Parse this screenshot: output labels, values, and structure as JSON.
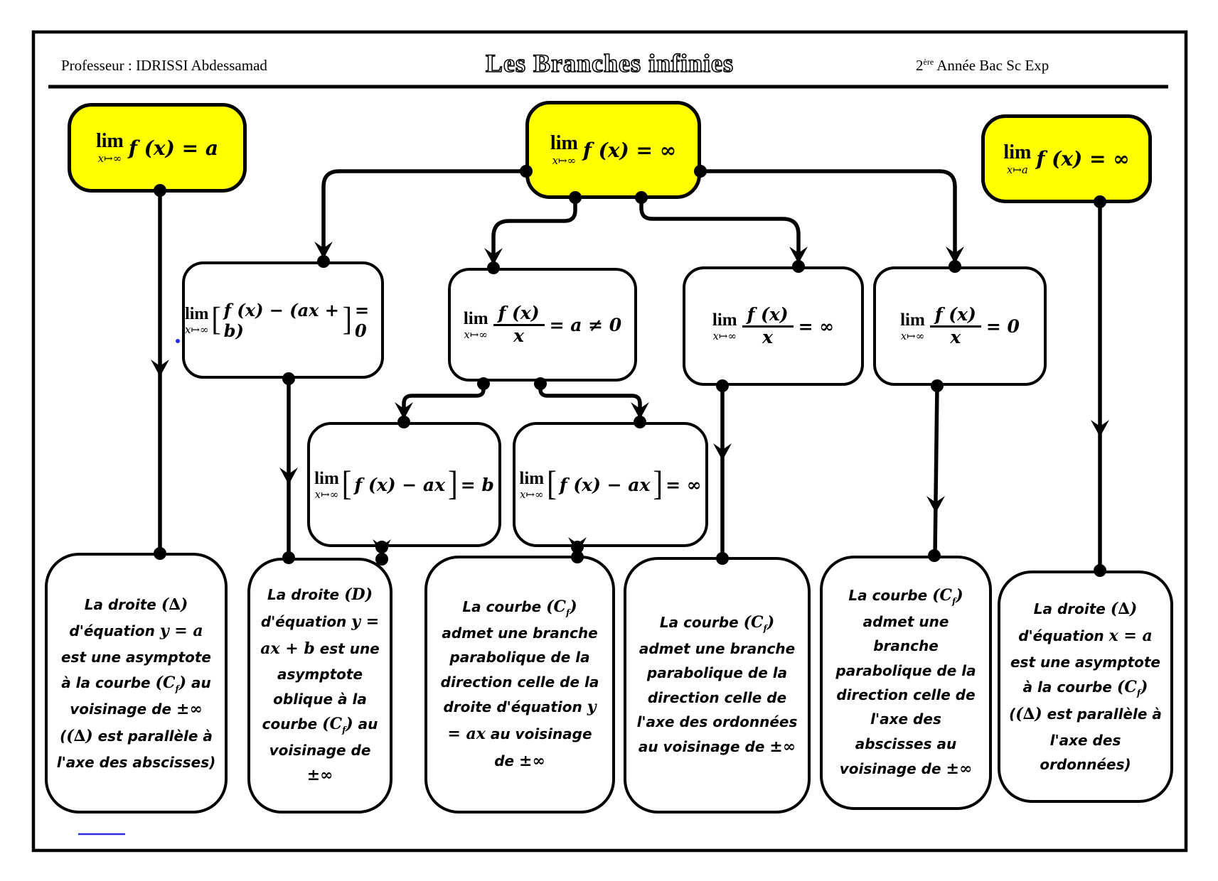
{
  "header": {
    "professor": "Professeur : IDRISSI Abdessamad",
    "title": "Les Branches infinies",
    "grade": {
      "base": "2",
      "sup": "ère",
      "rest": " Année Bac Sc Exp"
    }
  },
  "colors": {
    "highlight": "#ffff00",
    "line": "#000000",
    "accent_blue": "#2b2bee"
  },
  "nodes": {
    "y1": {
      "lim": "lim",
      "sub": "x↦∞",
      "body": "f (x) = a"
    },
    "y2": {
      "lim": "lim",
      "sub": "x↦∞",
      "body": "f (x) = ∞"
    },
    "y3": {
      "lim": "lim",
      "sub": "x↦a",
      "body": "f (x) = ∞"
    },
    "r1": {
      "lim": "lim",
      "sub": "x↦∞",
      "open": "[",
      "inner": "f (x) − (ax + b)",
      "close": "]",
      "rhs": "= 0"
    },
    "r2": {
      "lim": "lim",
      "sub": "x↦∞",
      "num": "f (x)",
      "den": "x",
      "rhs": "= a ≠ 0"
    },
    "r3": {
      "lim": "lim",
      "sub": "x↦∞",
      "num": "f (x)",
      "den": "x",
      "rhs": "= ∞"
    },
    "r4": {
      "lim": "lim",
      "sub": "x↦∞",
      "num": "f (x)",
      "den": "x",
      "rhs": "= 0"
    },
    "s1": {
      "lim": "lim",
      "sub": "x↦∞",
      "open": "[",
      "inner": "f (x) − ax",
      "close": "]",
      "rhs": "= b"
    },
    "s2": {
      "lim": "lim",
      "sub": "x↦∞",
      "open": "[",
      "inner": "f (x) − ax",
      "close": "]",
      "rhs": "= ∞"
    }
  },
  "conclusions": {
    "b1": [
      {
        "t": "La droite ",
        "k": "h"
      },
      {
        "t": "(∆)",
        "k": "m"
      },
      {
        "t": " d'équation ",
        "k": "h"
      },
      {
        "t": "y = a",
        "k": "m"
      },
      {
        "t": " est une asymptote à la courbe ",
        "k": "h"
      },
      {
        "t": "(Cf)",
        "k": "cf"
      },
      {
        "t": " au voisinage de ",
        "k": "h"
      },
      {
        "t": "±∞",
        "k": "m"
      },
      {
        "t": " (",
        "k": "h"
      },
      {
        "t": "(∆)",
        "k": "m"
      },
      {
        "t": " est parallèle à l'axe des abscisses)",
        "k": "h"
      }
    ],
    "b2": [
      {
        "t": "La droite ",
        "k": "h"
      },
      {
        "t": "(D)",
        "k": "m"
      },
      {
        "t": " d'équation ",
        "k": "h"
      },
      {
        "t": "y = ax + b",
        "k": "m"
      },
      {
        "t": " est une asymptote oblique à la courbe ",
        "k": "h"
      },
      {
        "t": "(Cf)",
        "k": "cf"
      },
      {
        "t": " au voisinage de ",
        "k": "h"
      },
      {
        "t": "±∞",
        "k": "m"
      }
    ],
    "b3": [
      {
        "t": "La courbe ",
        "k": "h"
      },
      {
        "t": "(Cf)",
        "k": "cf"
      },
      {
        "t": " admet une branche parabolique de la direction celle de la droite d'équation ",
        "k": "h"
      },
      {
        "t": "y = ax",
        "k": "m"
      },
      {
        "t": " au voisinage de ",
        "k": "h"
      },
      {
        "t": "±∞",
        "k": "m"
      }
    ],
    "b4": [
      {
        "t": "La courbe ",
        "k": "h"
      },
      {
        "t": "(Cf)",
        "k": "cf"
      },
      {
        "t": " admet une branche parabolique de la direction celle de l'axe des ordonnées au voisinage de ",
        "k": "h"
      },
      {
        "t": "±∞",
        "k": "m"
      }
    ],
    "b5": [
      {
        "t": "La courbe ",
        "k": "h"
      },
      {
        "t": "(Cf)",
        "k": "cf"
      },
      {
        "t": " admet une branche parabolique de la direction celle de l'axe des abscisses au voisinage de ",
        "k": "h"
      },
      {
        "t": "±∞",
        "k": "m"
      }
    ],
    "b6": [
      {
        "t": "La droite ",
        "k": "h"
      },
      {
        "t": "(∆)",
        "k": "m"
      },
      {
        "t": " d'équation ",
        "k": "h"
      },
      {
        "t": "x = a",
        "k": "m"
      },
      {
        "t": " est une asymptote à la courbe ",
        "k": "h"
      },
      {
        "t": "(Cf)",
        "k": "cf"
      },
      {
        "t": " (",
        "k": "h"
      },
      {
        "t": "(∆)",
        "k": "m"
      },
      {
        "t": " est parallèle à l'axe des ordonnées)",
        "k": "h"
      }
    ]
  }
}
